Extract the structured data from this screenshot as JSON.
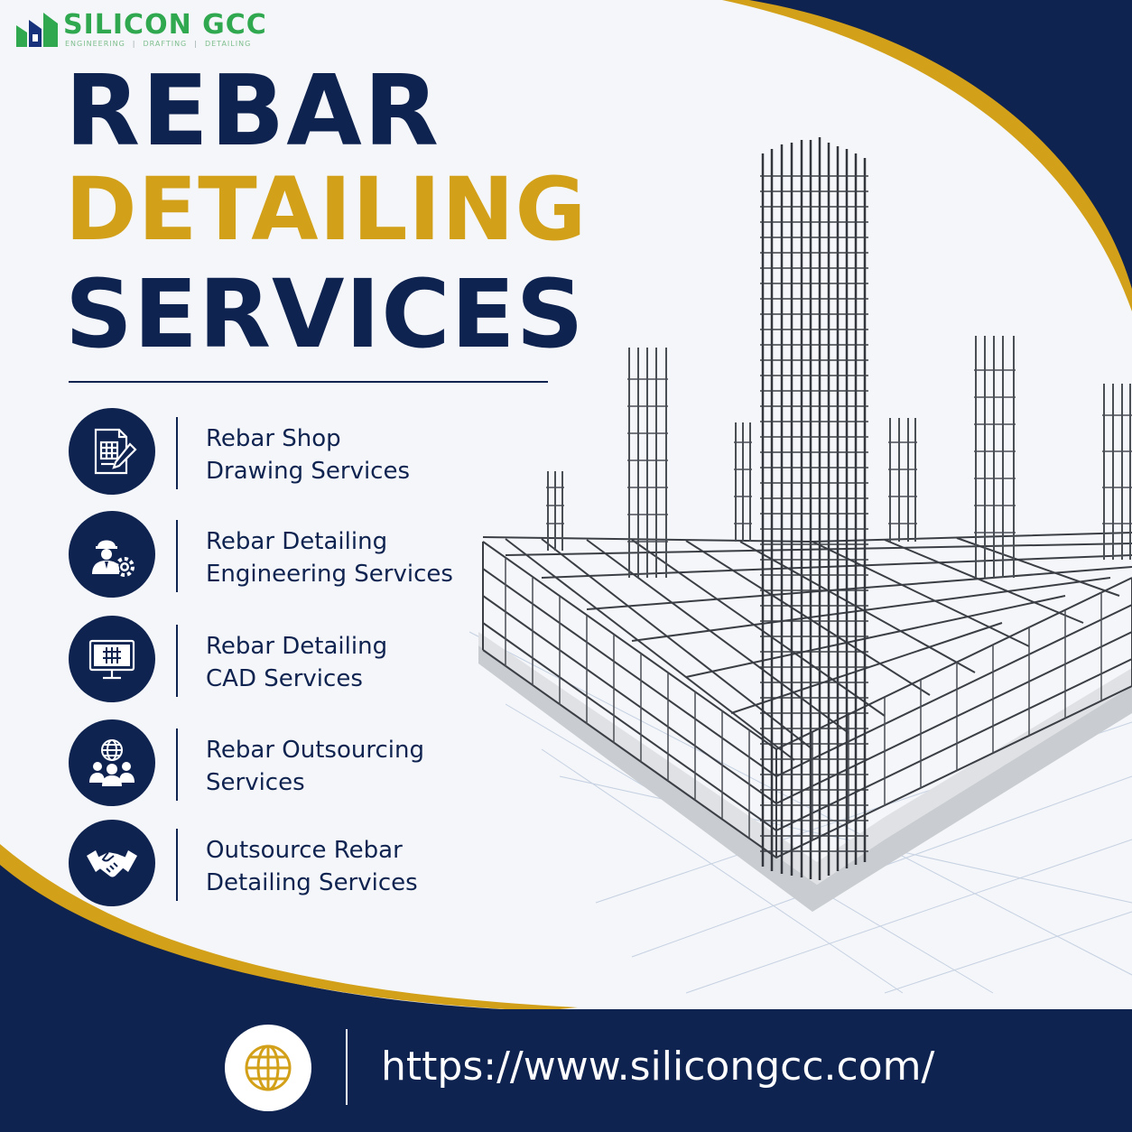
{
  "brand": {
    "name": "SILICON GCC",
    "tagline": [
      "ENGINEERING",
      "DRAFTING",
      "DETAILING"
    ],
    "color": "#2fa84f"
  },
  "headline": {
    "line1": "REBAR",
    "line2": "DETAILING",
    "line3": "SERVICES",
    "primary_color": "#0f2350",
    "accent_color": "#d3a019"
  },
  "services": [
    {
      "icon": "shop-drawing-icon",
      "line1": "Rebar Shop",
      "line2": "Drawing Services"
    },
    {
      "icon": "engineer-gear-icon",
      "line1": "Rebar Detailing",
      "line2": "Engineering Services"
    },
    {
      "icon": "cad-monitor-icon",
      "line1": "Rebar Detailing",
      "line2": "CAD Services"
    },
    {
      "icon": "globe-team-icon",
      "line1": "Rebar Outsourcing",
      "line2": "Services"
    },
    {
      "icon": "handshake-icon",
      "line1": "Outsource Rebar",
      "line2": "Detailing Services"
    }
  ],
  "footer": {
    "icon": "globe-icon",
    "url": "https://www.silicongcc.com/"
  }
}
